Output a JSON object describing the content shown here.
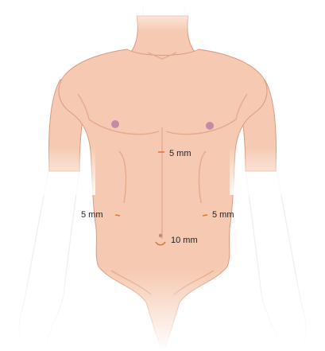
{
  "colors": {
    "skin": "#f6cab2",
    "skin_shadow": "#e5a98c",
    "skin_outline": "#d99a7e",
    "nipple": "#c58aa6",
    "incision": "#e2733d",
    "fade": "#ffffff"
  },
  "ports": [
    {
      "label": "5 mm",
      "role": "epigastric-port"
    },
    {
      "label": "5 mm",
      "role": "right-lateral-port"
    },
    {
      "label": "5 mm",
      "role": "left-lateral-port"
    },
    {
      "label": "10 mm",
      "role": "umbilical-port"
    }
  ]
}
